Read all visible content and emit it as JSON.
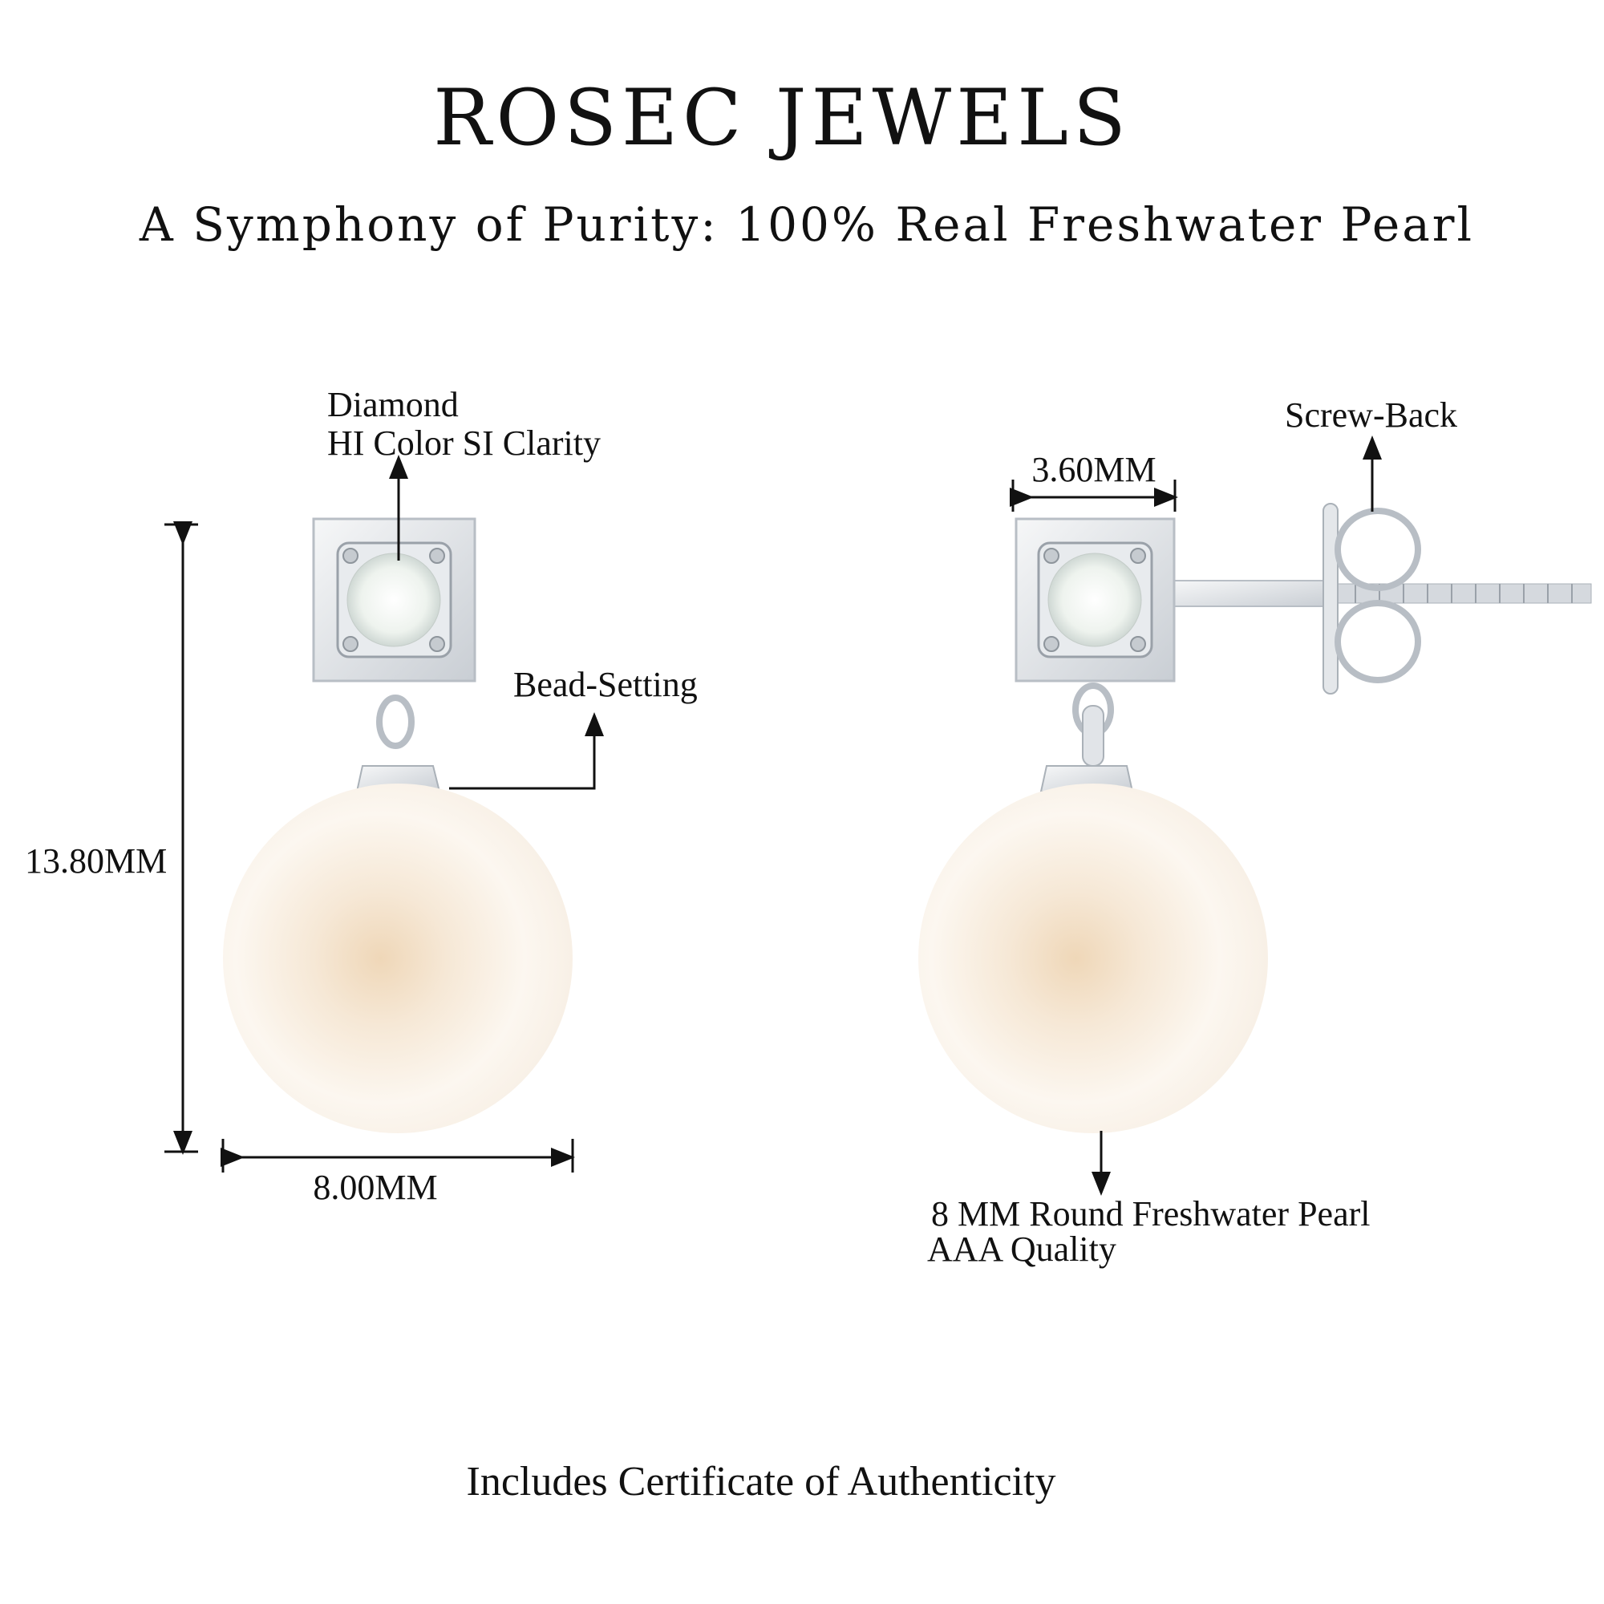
{
  "brand": "ROSEC JEWELS",
  "tagline": "A Symphony of Purity: 100% Real Freshwater Pearl",
  "labels": {
    "diamond_line1": "Diamond",
    "diamond_line2": "HI Color SI Clarity",
    "bead_setting": "Bead-Setting",
    "height": "13.80MM",
    "width": "8.00MM",
    "top_width": "3.60MM",
    "screw_back": "Screw-Back",
    "pearl_line1": "8 MM Round Freshwater Pearl",
    "pearl_line2": "AAA Quality"
  },
  "footer": "Includes Certificate of Authenticity",
  "colors": {
    "pearl": "#fbf6ee",
    "pearl_core": "#f1dcc0",
    "metal": "#d9dde2",
    "text": "#111111"
  }
}
